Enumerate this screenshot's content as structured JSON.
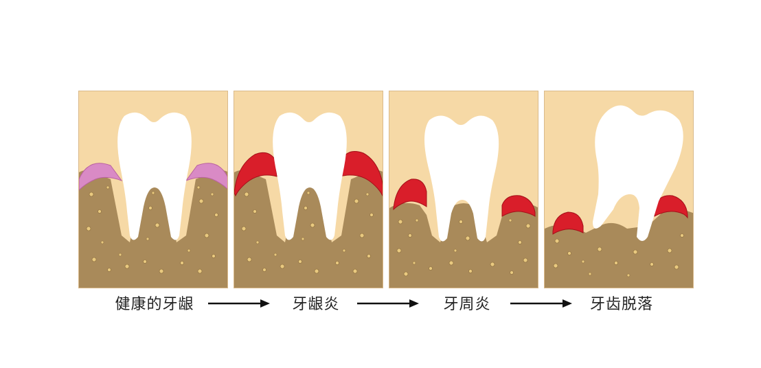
{
  "stages": [
    {
      "id": "healthy",
      "label": "健康的牙龈"
    },
    {
      "id": "gingivitis",
      "label": "牙龈炎"
    },
    {
      "id": "periodontitis",
      "label": "牙周炎"
    },
    {
      "id": "tooth-loss",
      "label": "牙齿脱落"
    }
  ],
  "colors": {
    "background": "#f6d9a6",
    "bone": "#a98a5a",
    "bone_spot": "#e9c97f",
    "tooth": "#ffffff",
    "gum_healthy": "#d98ac5",
    "gum_inflamed": "#d91e2a",
    "arrow": "#111111"
  }
}
